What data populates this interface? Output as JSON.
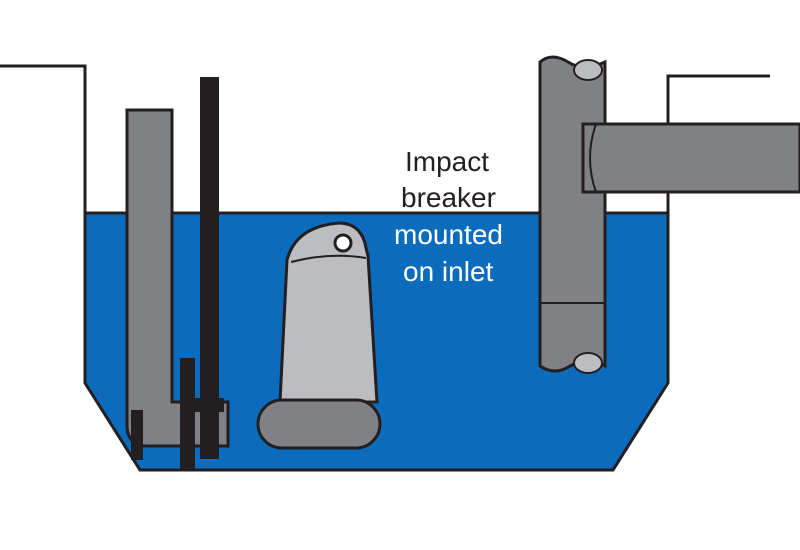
{
  "diagram": {
    "labels": {
      "line1": "Impact",
      "line2": "breaker",
      "line3": "mounted",
      "line4": "on inlet"
    },
    "colors": {
      "water": "#0b6bbd",
      "pipe": "#808184",
      "pump_body": "#bcbdc0",
      "outline": "#231f20",
      "text_dark": "#231f20",
      "text_light": "#ffffff"
    }
  }
}
